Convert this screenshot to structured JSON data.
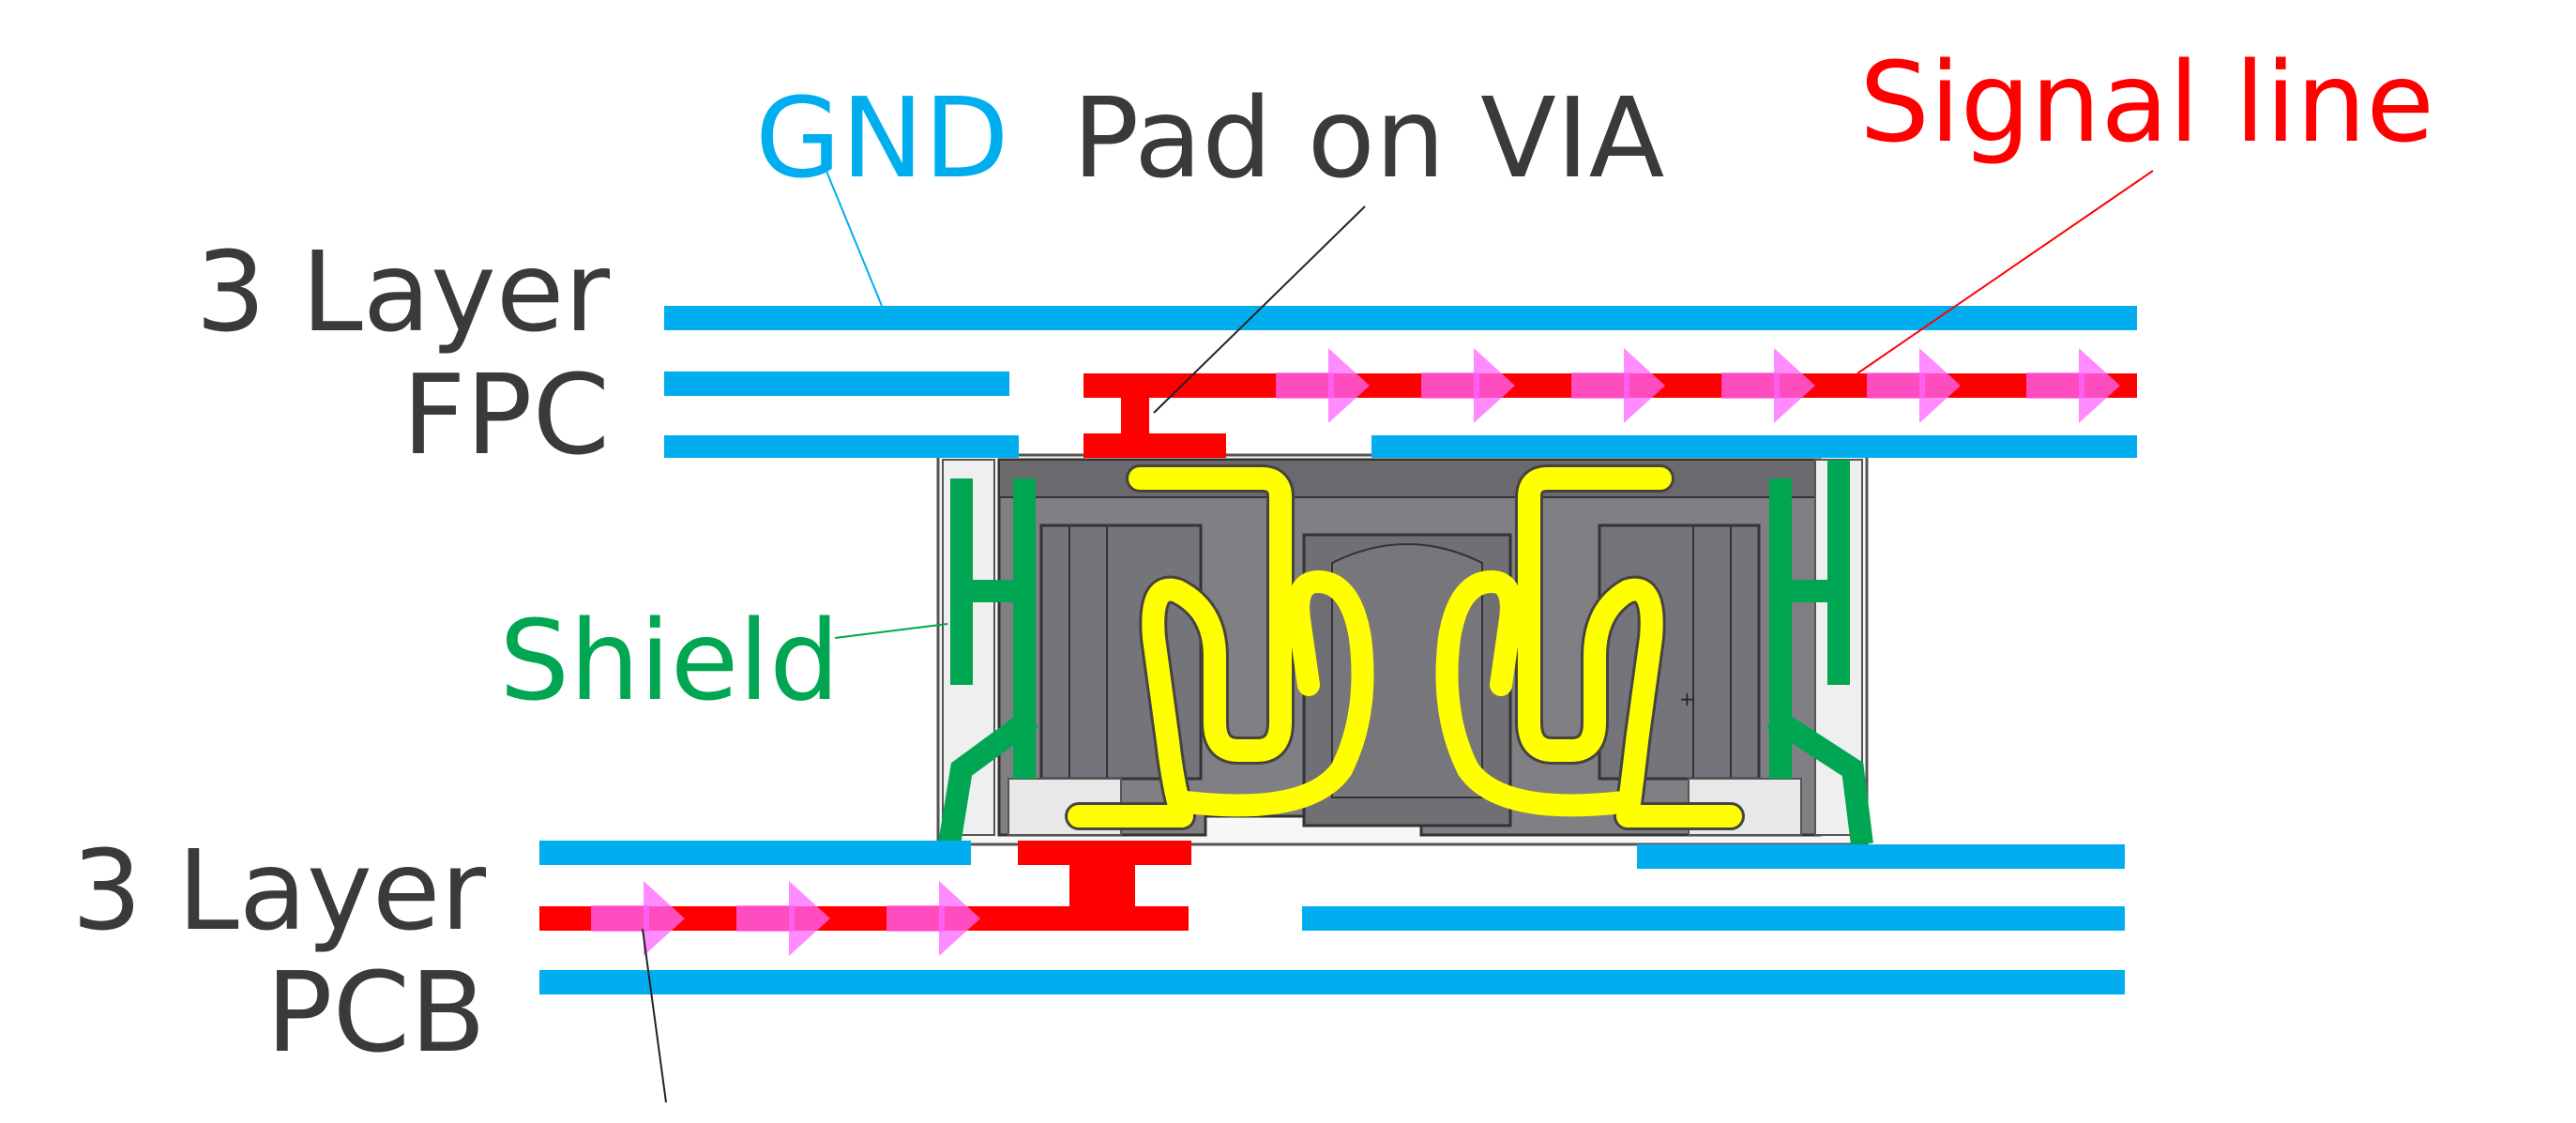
{
  "labels": {
    "gnd_word": "GND",
    "pad_on_via": "Pad on VIA",
    "signal_line": "Signal line",
    "fpc_line1": "3 Layer",
    "fpc_line2": "FPC",
    "shield": "Shield",
    "pcb_line1": "3 Layer",
    "pcb_line2": "PCB"
  },
  "colors": {
    "gnd": "#00aeef",
    "signal": "#ff0000",
    "shield": "#00a651",
    "text": "#3a3a3a",
    "contact": "#ffff00",
    "housing": "#808084",
    "flow_arrow": "#ff66ff"
  },
  "icons": {
    "flow_arrow": "signal-flow-arrow-icon"
  }
}
